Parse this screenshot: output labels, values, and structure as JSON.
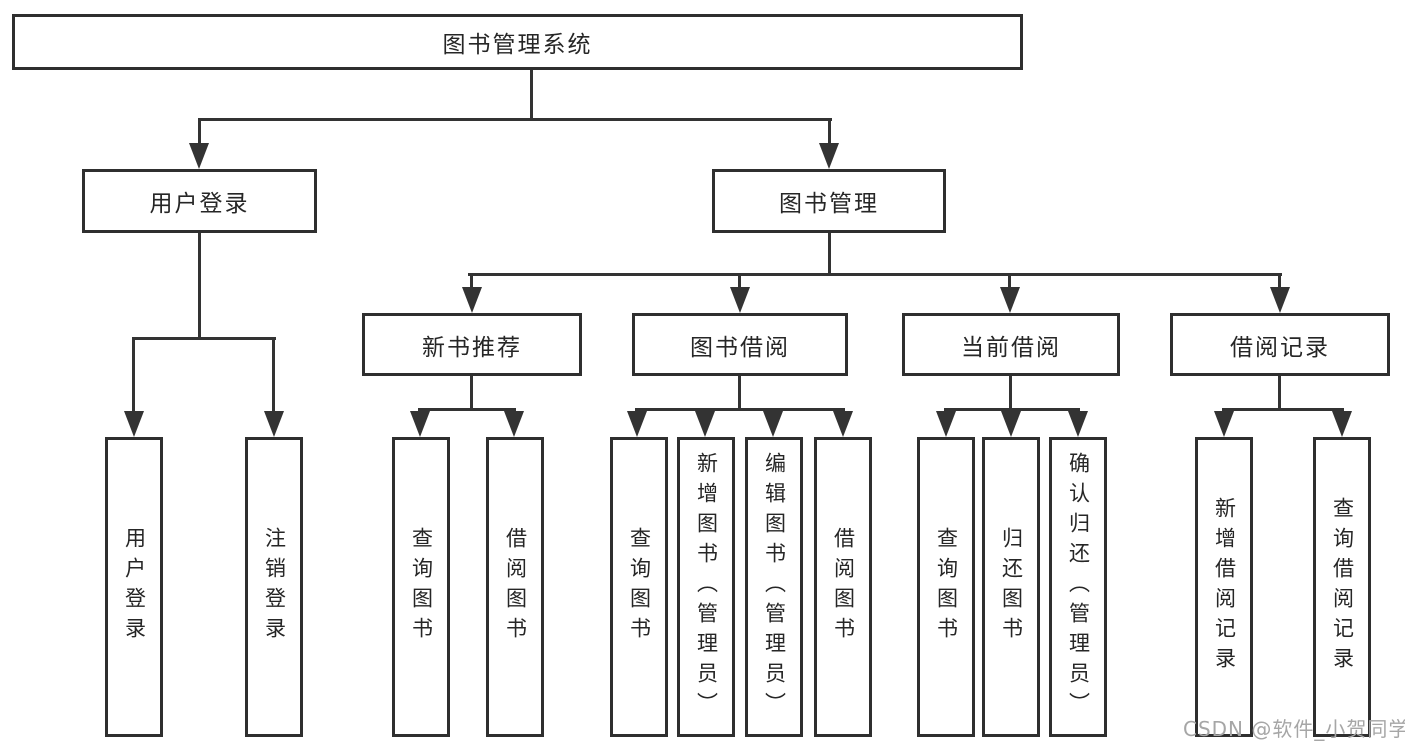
{
  "diagram": {
    "title": "图书管理系统",
    "root": {
      "label": "图书管理系统"
    },
    "level2": {
      "user_login": {
        "label": "用户登录"
      },
      "book_management": {
        "label": "图书管理"
      }
    },
    "level3": {
      "new_book_recommend": {
        "label": "新书推荐"
      },
      "book_borrow": {
        "label": "图书借阅"
      },
      "current_borrow": {
        "label": "当前借阅"
      },
      "borrow_records": {
        "label": "借阅记录"
      }
    },
    "leaves": {
      "user_login": [
        "用户登录",
        "注销登录"
      ],
      "new_book_recommend": [
        "查询图书",
        "借阅图书"
      ],
      "book_borrow": [
        "查询图书",
        "新增图书（管理员）",
        "编辑图书（管理员）",
        "借阅图书"
      ],
      "current_borrow": [
        "查询图书",
        "归还图书",
        "确认归还（管理员）"
      ],
      "borrow_records": [
        "新增借阅记录",
        "查询借阅记录"
      ]
    }
  },
  "watermark": {
    "text": "CSDN @软件_小贺同学",
    "color": "#a6a6a6"
  },
  "colors": {
    "background": "#ffffff",
    "line": "#333333",
    "box_border": "#2f2f2f",
    "box_fill": "#ffffff",
    "text": "#262626"
  }
}
